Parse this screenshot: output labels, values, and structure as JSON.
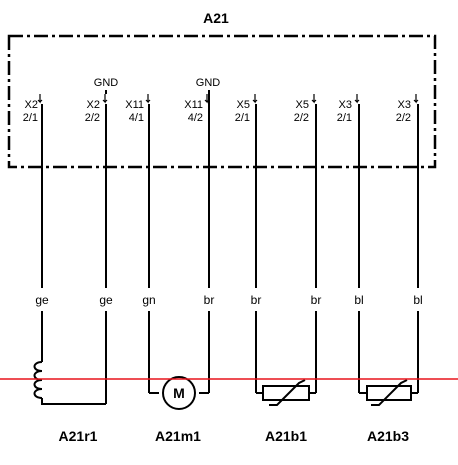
{
  "module": {
    "label": "A21"
  },
  "gnd_label": "GND",
  "connectors": [
    {
      "plug": "X2",
      "pin": "2/1",
      "wire": "ge",
      "gnd": false
    },
    {
      "plug": "X2",
      "pin": "2/2",
      "wire": "ge",
      "gnd": true
    },
    {
      "plug": "X11",
      "pin": "4/1",
      "wire": "gn",
      "gnd": false
    },
    {
      "plug": "X11",
      "pin": "4/2",
      "wire": "br",
      "gnd": true
    },
    {
      "plug": "X5",
      "pin": "2/1",
      "wire": "br",
      "gnd": false
    },
    {
      "plug": "X5",
      "pin": "2/2",
      "wire": "br",
      "gnd": false
    },
    {
      "plug": "X3",
      "pin": "2/1",
      "wire": "bl",
      "gnd": false
    },
    {
      "plug": "X3",
      "pin": "2/2",
      "wire": "bl",
      "gnd": false
    }
  ],
  "components": [
    {
      "label": "A21r1",
      "kind": "coil"
    },
    {
      "label": "A21m1",
      "kind": "motor",
      "symbol": "M"
    },
    {
      "label": "A21b1",
      "kind": "sensor"
    },
    {
      "label": "A21b3",
      "kind": "sensor"
    }
  ],
  "colors": {
    "line": "#000000",
    "ground_rail": "#e8141c"
  }
}
